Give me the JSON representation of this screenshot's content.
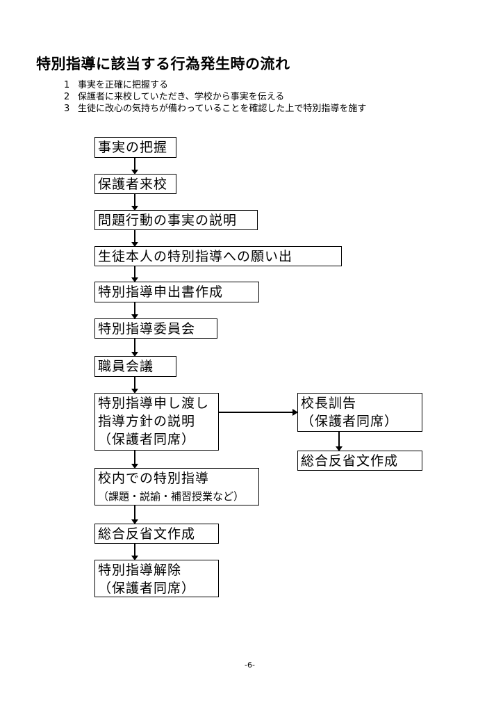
{
  "title": "特別指導に該当する行為発生時の流れ",
  "principles": [
    {
      "num": "1",
      "text": "事実を正確に把握する"
    },
    {
      "num": "2",
      "text": "保護者に来校していただき、学校から事実を伝える"
    },
    {
      "num": "3",
      "text": "生徒に改心の気持ちが備わっていることを確認した上で特別指導を施す"
    }
  ],
  "flow": {
    "step1": "事実の把握",
    "step2": "保護者来校",
    "step3": "問題行動の事実の説明",
    "step4": "生徒本人の特別指導への願い出",
    "step5": "特別指導申出書作成",
    "step6": "特別指導委員会",
    "step7": "職員会議",
    "step8": {
      "line1": "特別指導申し渡し",
      "line2": "指導方針の説明",
      "line3": "（保護者同席）"
    },
    "branch1": {
      "line1": "校長訓告",
      "line2": "（保護者同席）"
    },
    "branch2": "総合反省文作成",
    "step9": {
      "line1": "校内での特別指導",
      "line2": "（課題・説諭・補習授業など）"
    },
    "step10": "総合反省文作成",
    "step11": {
      "line1": "特別指導解除",
      "line2": "（保護者同席）"
    }
  },
  "page_number": "-6-"
}
